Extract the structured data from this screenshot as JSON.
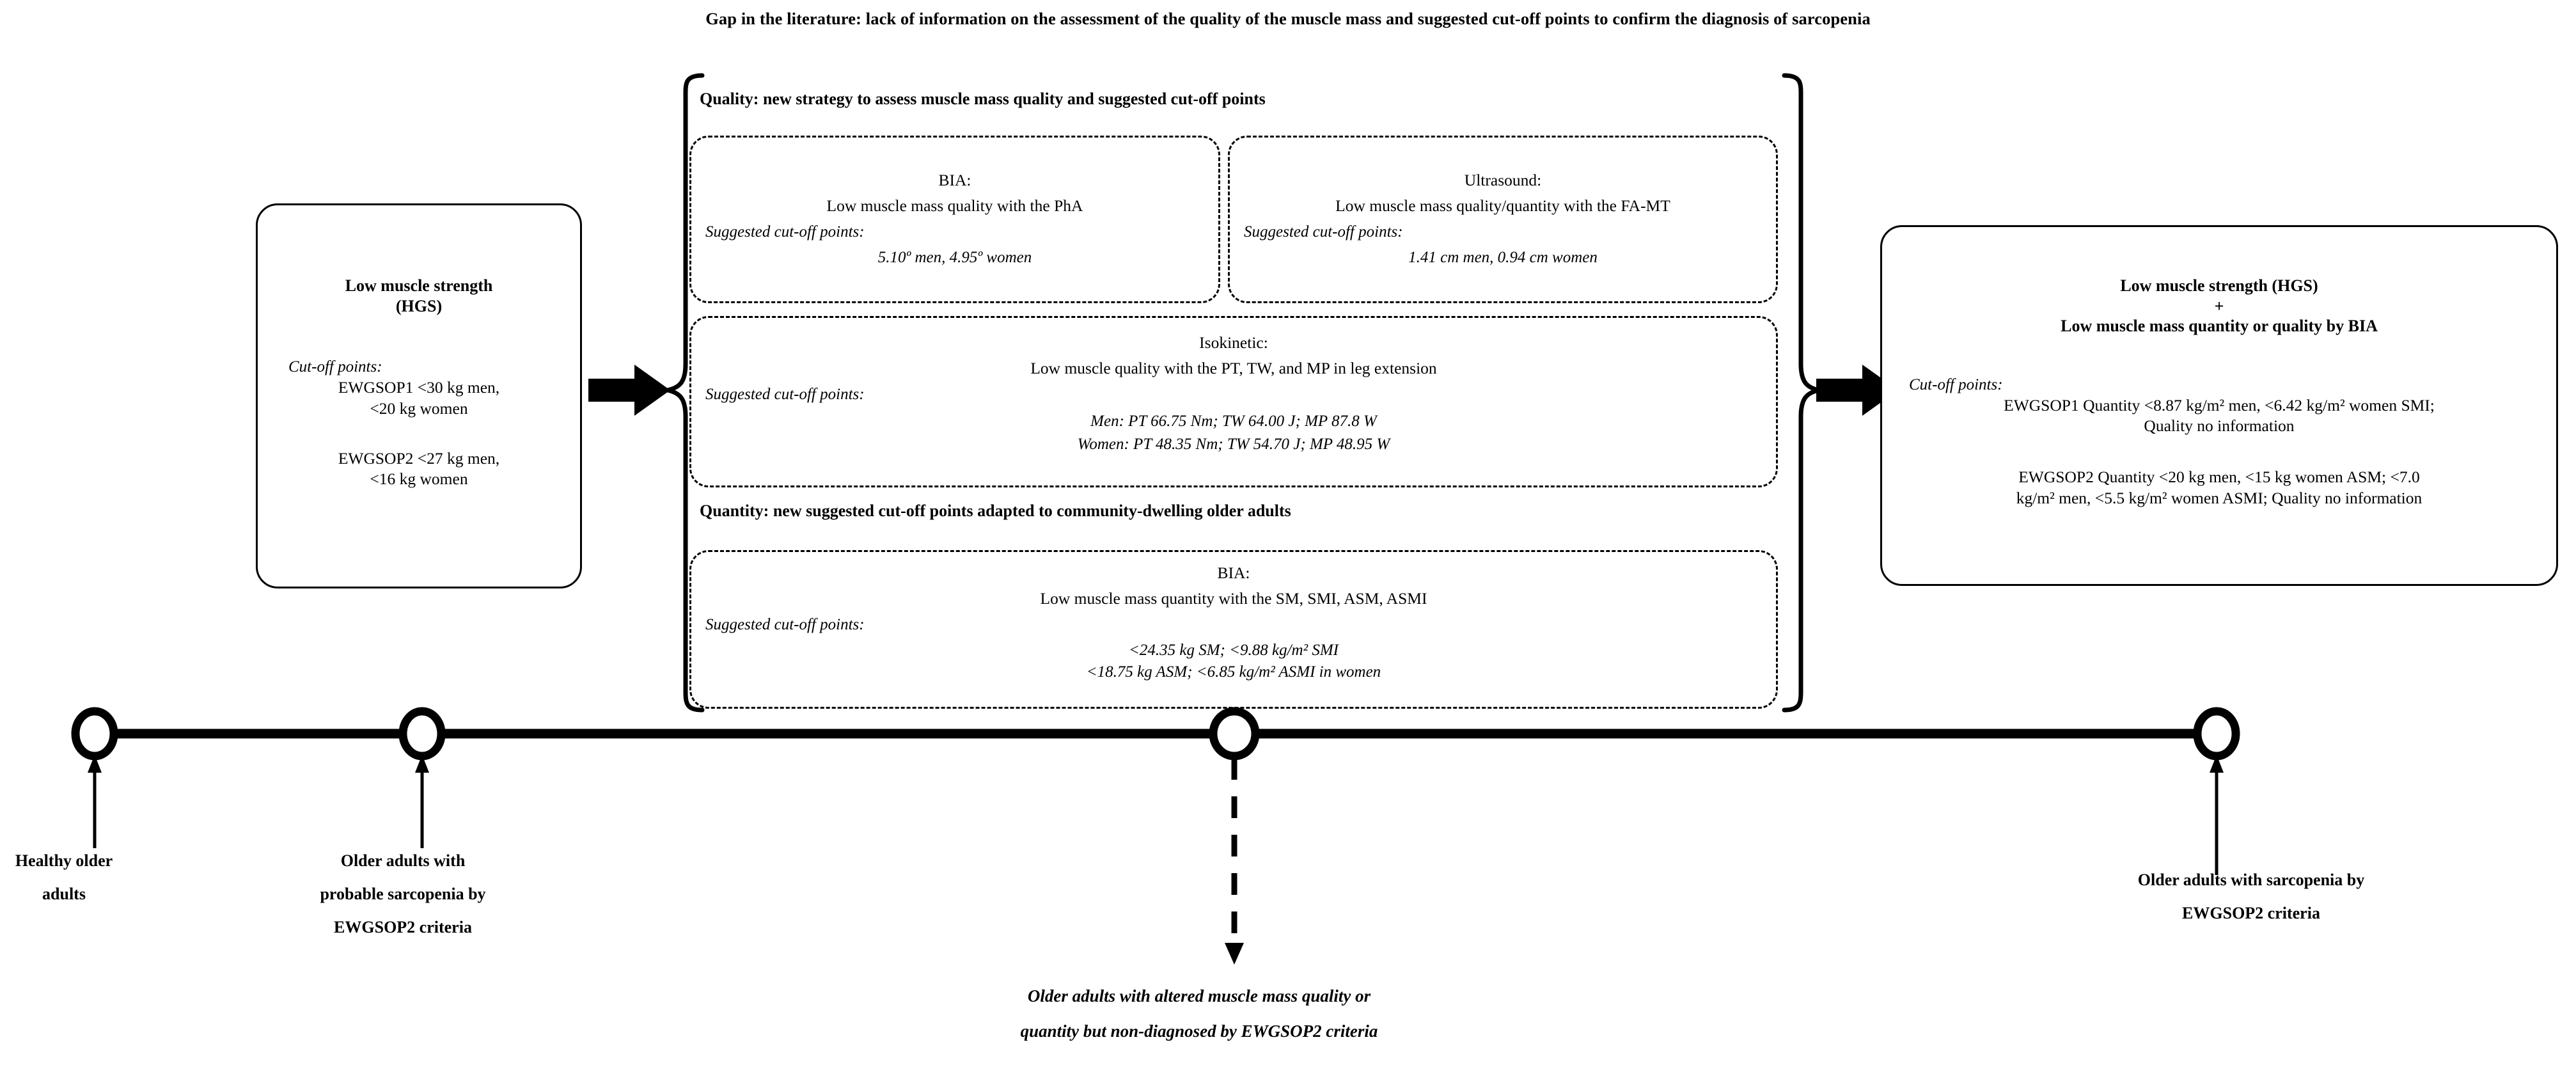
{
  "figure": {
    "title": "Gap in the literature: lack of information on the assessment of the quality of the muscle mass and suggested cut-off points to confirm the diagnosis of sarcopenia"
  },
  "left_box": {
    "title_line1": "Low muscle strength",
    "title_line2": "(HGS)",
    "cutoff_label": "Cut-off points:",
    "ewgsop1_line1": "EWGSOP1 <30 kg men,",
    "ewgsop1_line2": "<20 kg women",
    "ewgsop2_line1": "EWGSOP2 <27 kg men,",
    "ewgsop2_line2": "<16 kg women"
  },
  "quality": {
    "header": "Quality: new strategy to assess muscle mass quality and suggested cut-off points",
    "bia": {
      "head": "BIA:",
      "sub": "Low muscle mass quality with the PhA",
      "cutoff_label": "Suggested cut-off points:",
      "values": "5.10º men, 4.95º women"
    },
    "ultrasound": {
      "head": "Ultrasound:",
      "sub": "Low muscle mass quality/quantity with the FA-MT",
      "cutoff_label": "Suggested cut-off points:",
      "values": "1.41 cm men, 0.94 cm women"
    },
    "isokinetic": {
      "head": "Isokinetic:",
      "sub": "Low muscle quality with the PT, TW, and MP in leg extension",
      "cutoff_label": "Suggested cut-off points:",
      "values_men": "Men: PT 66.75 Nm; TW 64.00 J; MP 87.8 W",
      "values_women": "Women: PT 48.35 Nm; TW 54.70 J; MP 48.95 W"
    }
  },
  "quantity": {
    "header": "Quantity: new suggested cut-off points adapted to community-dwelling older adults",
    "bia": {
      "head": "BIA:",
      "sub": "Low muscle mass quantity with the SM, SMI, ASM, ASMI",
      "cutoff_label": "Suggested cut-off points:",
      "values_line1": "<24.35 kg SM; <9.88 kg/m² SMI",
      "values_line2": "<18.75 kg ASM; <6.85 kg/m² ASMI in women"
    }
  },
  "right_box": {
    "title_line1": "Low muscle strength (HGS)",
    "title_plus": "+",
    "title_line2": "Low muscle mass quantity or quality by BIA",
    "cutoff_label": "Cut-off points:",
    "ewgsop1_line1": "EWGSOP1 Quantity <8.87 kg/m² men, <6.42 kg/m² women SMI;",
    "ewgsop1_line2": "Quality no information",
    "ewgsop2_line1": "EWGSOP2 Quantity <20 kg men, <15 kg women ASM; <7.0",
    "ewgsop2_line2": "kg/m² men, <5.5 kg/m² women ASMI; Quality no information"
  },
  "timeline": {
    "nodes": [
      {
        "id": "healthy",
        "label_line1": "Healthy older",
        "label_line2": "adults",
        "label_line3": ""
      },
      {
        "id": "probable",
        "label_line1": "Older adults with",
        "label_line2": "probable sarcopenia by",
        "label_line3": "EWGSOP2 criteria"
      },
      {
        "id": "middle",
        "label_line1": "",
        "label_line2": "",
        "label_line3": ""
      },
      {
        "id": "sarcopenia",
        "label_line1": "Older adults with sarcopenia by",
        "label_line2": "EWGSOP2 criteria",
        "label_line3": ""
      }
    ],
    "nondiagnosed_line1": "Older adults with altered muscle mass quality or",
    "nondiagnosed_line2": "quantity but non-diagnosed by EWGSOP2 criteria"
  },
  "colors": {
    "stroke": "#000000",
    "background": "#ffffff"
  }
}
